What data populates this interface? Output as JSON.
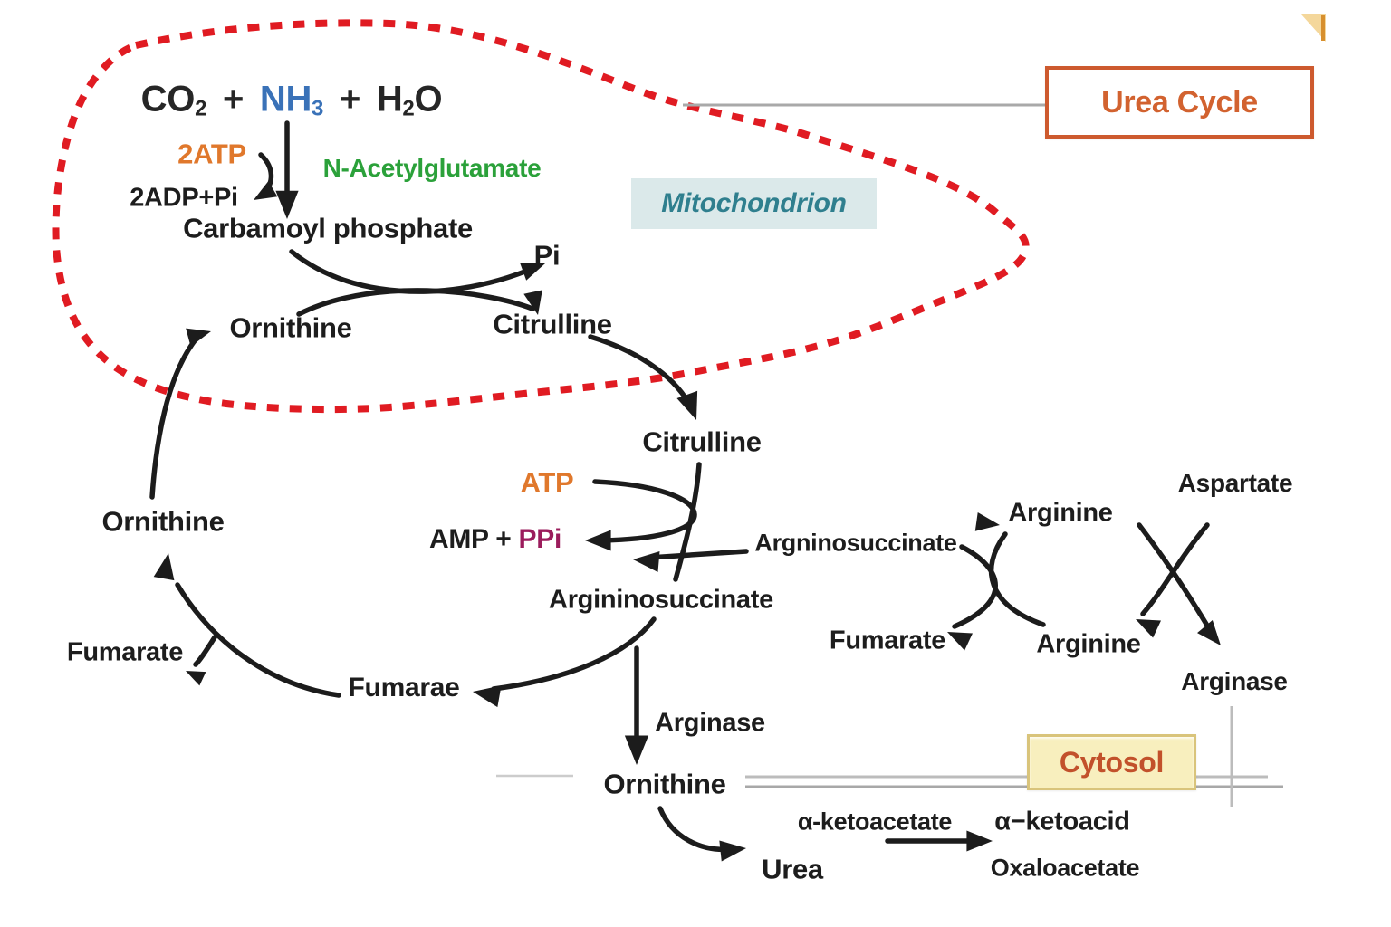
{
  "title": "Urea Cycle",
  "colors": {
    "membrane_red": "#e01b22",
    "arrow_black": "#1c1c1c",
    "atp_orange": "#e0782c",
    "nag_green": "#2ba13a",
    "nh3_blue": "#3a72b8",
    "ppi_purple": "#9b1c5c",
    "urea_cycle_orange": "#d2622f",
    "mitochondrion_teal": "#2f7f8e",
    "mitochondrion_bg": "#dbe9ea",
    "cytosol_text": "#c2512b",
    "cytosol_bg": "#f8efbe",
    "connector_gray": "#a9a9a9",
    "corner_triangle": "#f4d79b"
  },
  "boxes": {
    "urea_cycle": {
      "label": "Urea Cycle"
    },
    "mitochondrion": {
      "label": "Mitochondrion"
    },
    "cytosol": {
      "label": "Cytosol"
    }
  },
  "formula": {
    "co2": "CO",
    "co2_sub": "2",
    "plus_1": "+",
    "nh3": "NH",
    "nh3_sub": "3",
    "plus_2": "+",
    "h2o_h": "H",
    "h2o_sub": "2",
    "h2o_o": "O"
  },
  "labels": {
    "two_atp": {
      "text": "2ATP"
    },
    "n_acetylglutamate": {
      "text": "N-Acetylglutamate"
    },
    "two_adp_pi": {
      "text": "2ADP+Pi"
    },
    "carbamoyl_phosphate": {
      "text": "Carbamoyl phosphate"
    },
    "pi": {
      "text": "Pi"
    },
    "ornithine_mito": {
      "text": "Ornithine"
    },
    "citrulline_mito": {
      "text": "Citrulline"
    },
    "citrulline_cyto": {
      "text": "Citrulline"
    },
    "atp": {
      "text": "ATP"
    },
    "amp_plus": {
      "text": "AMP +"
    },
    "ppi": {
      "text": "PPi"
    },
    "argninosuccinate_right": {
      "text": "Argninosuccinate"
    },
    "argininosuccinate_center": {
      "text": "Argininosuccinate"
    },
    "ornithine_left": {
      "text": "Ornithine"
    },
    "fumarate_left": {
      "text": "Fumarate"
    },
    "fumarae": {
      "text": "Fumarae"
    },
    "arginase_center": {
      "text": "Arginase"
    },
    "ornithine_bottom": {
      "text": "Ornithine"
    },
    "urea": {
      "text": "Urea"
    },
    "alpha_ketoacetate": {
      "text": "α-ketoacetate"
    },
    "alpha_ketoacid": {
      "text": "α−ketoacid"
    },
    "oxaloacetate": {
      "text": "Oxaloacetate"
    },
    "arginine_top": {
      "text": "Arginine"
    },
    "aspartate": {
      "text": "Aspartate"
    },
    "fumarate_right": {
      "text": "Fumarate"
    },
    "arginine_bottom": {
      "text": "Arginine"
    },
    "arginase_right": {
      "text": "Arginase"
    }
  }
}
